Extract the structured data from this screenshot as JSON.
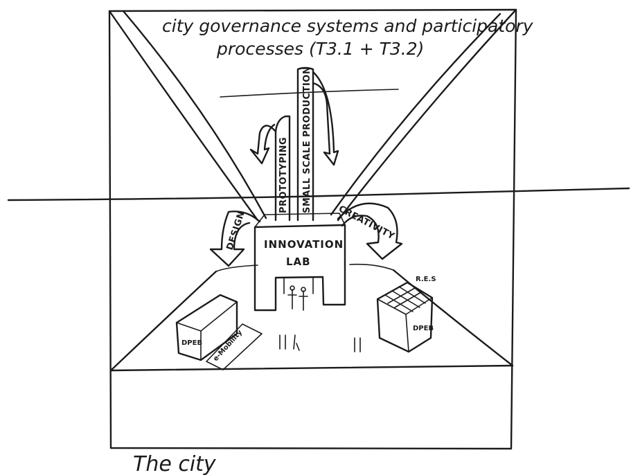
{
  "title_line1": "city governance systems and participatory",
  "title_line2": "processes (T3.1 + T3.2)",
  "arrows": {
    "prototyping": "PROTOTYPING",
    "small_scale_production": "SMALL SCALE PRODUCTION",
    "design": "DESIGN",
    "creativity": "CREATIVITY"
  },
  "lab_line1": "INNOVATION",
  "lab_line2": "LAB",
  "building_left_label": "DPEB",
  "building_right_label": "DPEB",
  "emobility_label": "e-Mobility",
  "res_label": "R.E.S",
  "footer_label": "The city"
}
